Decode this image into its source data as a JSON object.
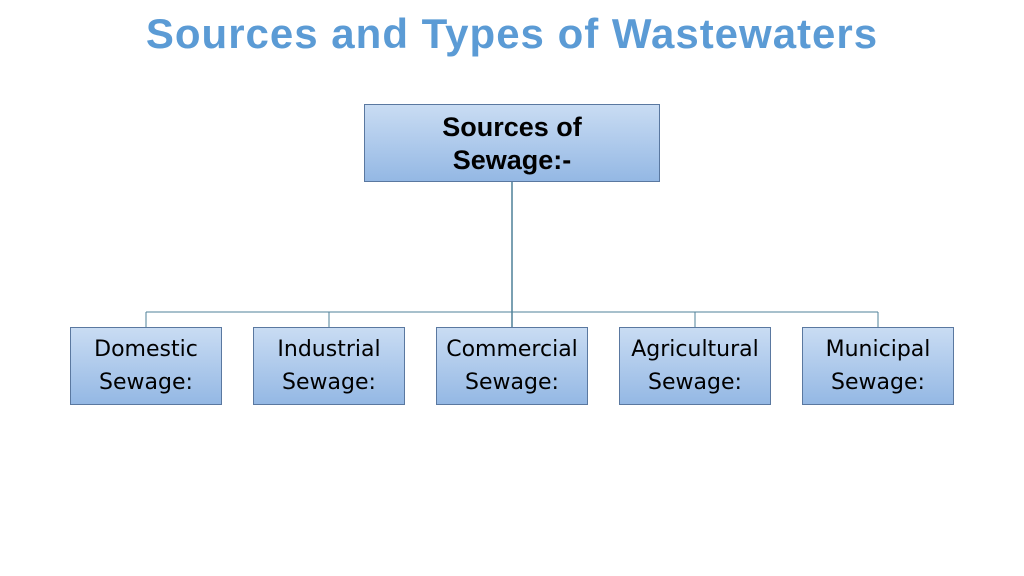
{
  "title": "Sources and Types of Wastewaters",
  "colors": {
    "title": "#5b9bd5",
    "box_top": "#c9dcf3",
    "box_bottom": "#94b8e4",
    "box_border": "#5a78a0",
    "connector": "#4f8098"
  },
  "diagram": {
    "root": {
      "label": "Sources of\nSewage:-"
    },
    "children": [
      {
        "label": "Domestic\nSewage:"
      },
      {
        "label": "Industrial\nSewage:"
      },
      {
        "label": "Commercial\nSewage:"
      },
      {
        "label": "Agricultural\nSewage:"
      },
      {
        "label": "Municipal\nSewage:"
      }
    ]
  }
}
